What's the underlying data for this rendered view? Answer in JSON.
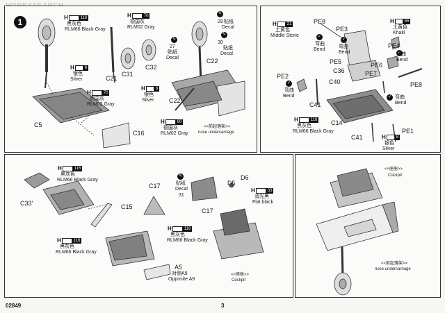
{
  "watermark": "HOBBYSEARCH",
  "step": "1",
  "footer": {
    "code": "02849",
    "page": "3"
  },
  "colors": {
    "ink": "#1a1a1a",
    "black_box": "#111111"
  },
  "panel1": {
    "h116": {
      "num": "116",
      "cn": "黑灰色",
      "en": "RLM66 Black Gray"
    },
    "h70": {
      "num": "70",
      "cn": "德国灰",
      "en": "RLM02 Gray"
    },
    "h8_a": {
      "num": "8",
      "cn": "银色",
      "en": "Silver"
    },
    "h70b": {
      "num": "70",
      "cn": "德国灰",
      "en": "RLM02 Gray"
    },
    "h8_b": {
      "num": "8",
      "cn": "银色",
      "en": "Silver"
    },
    "h60": {
      "num": "60",
      "cn": "德国灰",
      "en": "RLM02 Gray"
    },
    "decal29": {
      "num": "29",
      "cn": "贴纸",
      "en": "Decal"
    },
    "decal27": {
      "num": "27",
      "cn": "贴纸",
      "en": "Decal"
    },
    "decal30": {
      "num": "30",
      "cn": "贴纸",
      "en": "Decal"
    },
    "parts": {
      "c21": "C21",
      "c31": "C31",
      "c32": "C32",
      "c22a": "C22",
      "c22b": "C22",
      "c5": "C5",
      "c16": "C16"
    },
    "caption_cn": "<<前起落架>>",
    "caption_en": "nose undercarriage"
  },
  "panel2": {
    "h21": {
      "num": "21",
      "cn": "土黄色",
      "en": "Middle Stone"
    },
    "h55": {
      "num": "55",
      "cn": "土黄色",
      "en": "Khaki"
    },
    "h116": {
      "num": "116",
      "cn": "黑灰色",
      "en": "RLM66 Black Gray"
    },
    "h8": {
      "num": "8",
      "cn": "银色",
      "en": "Silver"
    },
    "bend1": {
      "cn": "弯曲",
      "en": "Bend"
    },
    "bend2": {
      "cn": "弯曲",
      "en": "Bend"
    },
    "bend3": {
      "cn": "弯曲",
      "en": "Bend"
    },
    "bend4": {
      "cn": "弯曲",
      "en": "Bend"
    },
    "bend5": {
      "cn": "弯曲",
      "en": "Bend"
    },
    "parts": {
      "pe8a": "PE8",
      "pe3": "PE3",
      "pe5": "PE5",
      "c36": "C36",
      "pe6": "PE6",
      "pe7": "PE7",
      "pe4": "PE4",
      "pe8b": "PE8",
      "pe2": "PE2",
      "c40": "C40",
      "c41a": "C41",
      "c14": "C14",
      "c41b": "C41",
      "pe1": "PE1"
    }
  },
  "panel3": {
    "h116a": {
      "num": "116",
      "cn": "黑灰色",
      "en": "RLM66 Black Gray"
    },
    "h116b": {
      "num": "116",
      "cn": "黑灰色",
      "en": "RLM66 Black Gray"
    },
    "h116c": {
      "num": "116",
      "cn": "黑灰色",
      "en": "RLM66 Black Gray"
    },
    "h12": {
      "num": "33",
      "cn": "消光黑",
      "en": "Flat black"
    },
    "decal31": {
      "num": "31",
      "cn": "贴纸",
      "en": "Decal"
    },
    "parts": {
      "c33": "C33'",
      "c15": "C15",
      "c17a": "C17",
      "c17b": "C17",
      "d5": "D5",
      "d6": "D6",
      "a5": "A5"
    },
    "a9_cn": "对侧A9",
    "a9_en": "Opposite A9",
    "caption_cn": "<<座舱>>",
    "caption_en": "Cockpit"
  },
  "panel4": {
    "top_cn": "<<座舱>>",
    "top_en": "Cockpit",
    "bottom_cn": "<<前起落架>>",
    "bottom_en": "nose undercarriage"
  }
}
